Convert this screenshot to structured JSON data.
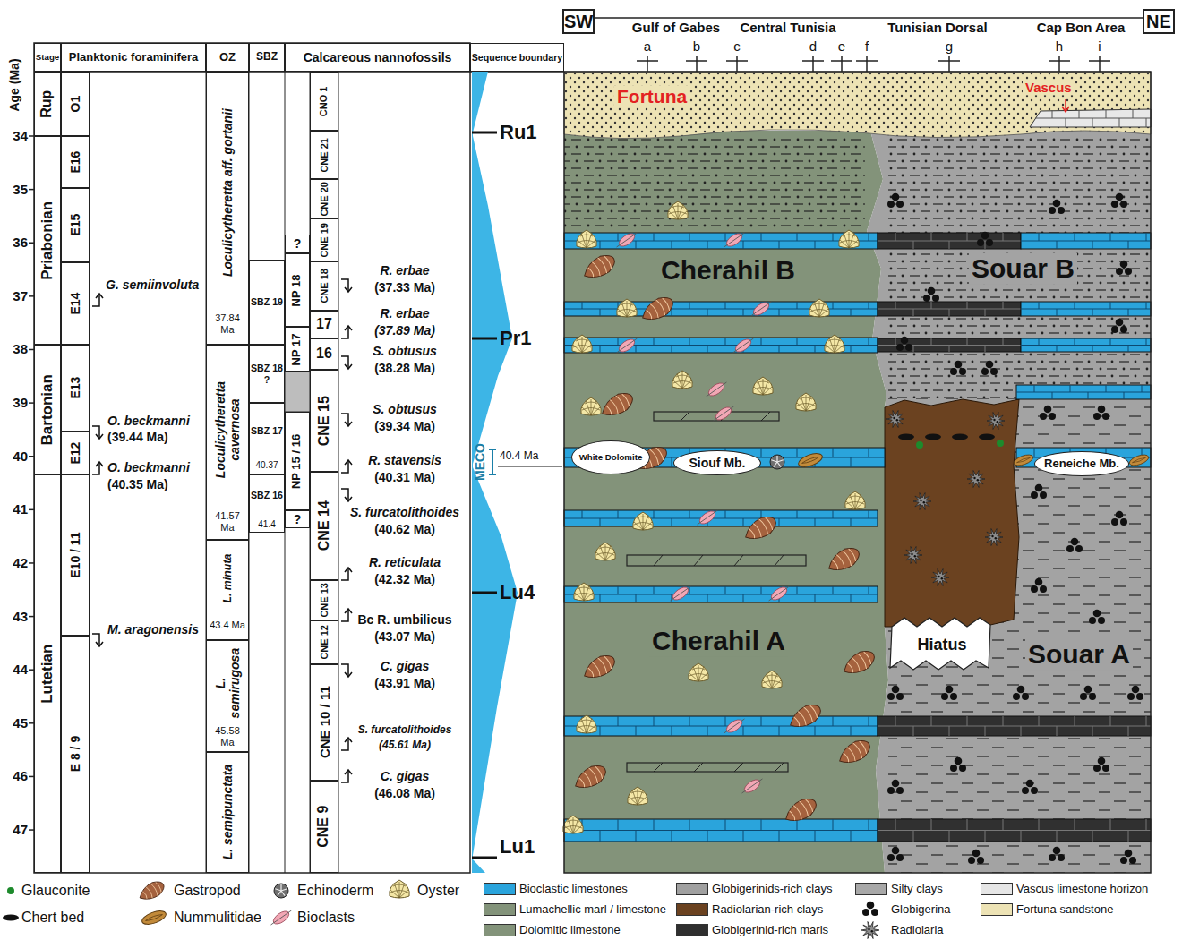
{
  "diagram": {
    "nodes": [
      {
        "text": [
          "Stage"
        ]
      },
      {
        "text": [
          "Planktonic foraminifera"
        ]
      },
      {
        "text": [
          "OZ"
        ]
      },
      {
        "text": [
          "SBZ"
        ]
      },
      {
        "text": [
          "Calcareous nannofossils"
        ]
      },
      {
        "text": [
          "Sequence boundary"
        ]
      },
      {
        "text": [
          "SW"
        ]
      },
      {
        "text": [
          "NE"
        ]
      },
      {
        "text": [
          "Rup"
        ]
      },
      {
        "text": [
          "Priabonian"
        ]
      },
      {
        "text": [
          "Bartonian"
        ]
      },
      {
        "text": [
          "Lutetian"
        ]
      },
      {
        "text": [
          "O1"
        ]
      },
      {
        "text": [
          "E16"
        ]
      },
      {
        "text": [
          "E15"
        ]
      },
      {
        "text": [
          "E14"
        ]
      },
      {
        "text": [
          "E13"
        ]
      },
      {
        "text": [
          "E12"
        ]
      },
      {
        "text": [
          "E10 / 11"
        ]
      },
      {
        "text": [
          "E 8 / 9"
        ]
      },
      {
        "text": [
          "Loculicytheretta aff. gortanii"
        ]
      },
      {
        "text": [
          "Loculicytheretta cavernosa"
        ]
      },
      {
        "text": [
          "L. minuta"
        ]
      },
      {
        "text": [
          "L. semirugosa"
        ]
      },
      {
        "text": [
          "L. semipunctata"
        ]
      },
      {
        "text": [
          "SBZ 19"
        ]
      },
      {
        "text": [
          "SBZ 18 ?"
        ]
      },
      {
        "text": [
          "SBZ 17"
        ]
      },
      {
        "text": [
          "SBZ 16"
        ]
      },
      {
        "text": [
          "?"
        ]
      },
      {
        "text": [
          "NP 18"
        ]
      },
      {
        "text": [
          "NP 17"
        ]
      },
      {
        "text": [
          "NP 15 / 16"
        ]
      },
      {
        "text": [
          "?"
        ]
      },
      {
        "text": [
          "CNO 1"
        ]
      },
      {
        "text": [
          "CNE 21"
        ]
      },
      {
        "text": [
          "CNE 20"
        ]
      },
      {
        "text": [
          "CNE 19"
        ]
      },
      {
        "text": [
          "CNE 18"
        ]
      },
      {
        "text": [
          "17"
        ]
      },
      {
        "text": [
          "16"
        ]
      },
      {
        "text": [
          "CNE 15"
        ]
      },
      {
        "text": [
          "CNE 14"
        ]
      },
      {
        "text": [
          "CNE 13"
        ]
      },
      {
        "text": [
          "CNE 12"
        ]
      },
      {
        "text": [
          "CNE 10 / 11"
        ]
      },
      {
        "text": [
          "CNE 9"
        ]
      },
      {
        "text": [
          "White Dolomite"
        ]
      },
      {
        "text": [
          "Siouf Mb."
        ]
      },
      {
        "text": [
          "Reneiche Mb."
        ]
      },
      {
        "text": [
          "Hiatus"
        ]
      }
    ],
    "labels": [
      "Age (Ma)",
      "34",
      "35",
      "36",
      "37",
      "38",
      "39",
      "40",
      "41",
      "42",
      "43",
      "44",
      "45",
      "46",
      "47",
      "G. semiinvoluta",
      "O. beckmanni",
      "(39.44 Ma)",
      "O. beckmanni",
      "(40.35 Ma)",
      "M. aragonensis",
      "37.84 Ma",
      "41.57 Ma",
      "43.4 Ma",
      "45.58 Ma",
      "40.37",
      "41.4",
      "R. erbae",
      "(37.33 Ma)",
      "R. erbae",
      "(37.89 Ma)",
      "S. obtusus",
      "(38.28 Ma)",
      "S. obtusus",
      "(39.34 Ma)",
      "R. stavensis",
      "(40.31 Ma)",
      "S. furcatolithoides",
      "(40.62 Ma)",
      "R. reticulata",
      "(42.32 Ma)",
      "Bc R. umbilicus",
      "(43.07 Ma)",
      "C. gigas",
      "(43.91 Ma)",
      "S. furcatolithoides",
      "(45.61 Ma)",
      "C. gigas",
      "(46.08 Ma)",
      "Ru1",
      "Pr1",
      "Lu4",
      "Lu1",
      "MECO",
      "40.4 Ma",
      "Gulf of Gabes",
      "Central Tunisia",
      "Tunisian Dorsal",
      "Cap Bon Area",
      "a",
      "b",
      "c",
      "d",
      "e",
      "f",
      "g",
      "h",
      "i",
      "Fortuna",
      "Vascus",
      "Cherahil B",
      "Souar B",
      "Cherahil A",
      "Souar A"
    ],
    "legend": [
      {
        "text": "Glauconite"
      },
      {
        "text": "Gastropod"
      },
      {
        "text": "Echinoderm"
      },
      {
        "text": "Oyster"
      },
      {
        "text": "Bioclastic limestones",
        "color": "#2aa4dc"
      },
      {
        "text": "Globigerinids-rich clays",
        "color": "#a0a0a0"
      },
      {
        "text": "Silty clays",
        "color": "#a8a8a8"
      },
      {
        "text": "Vascus limestone horizon",
        "color": "#e6e6e6"
      },
      {
        "text": "Chert bed"
      },
      {
        "text": "Nummulitidae"
      },
      {
        "text": "Bioclasts"
      },
      {
        "text": "Lumachellic marl / limestone",
        "color": "#83937a"
      },
      {
        "text": "Radiolarian-rich clays",
        "color": "#6b4220"
      },
      {
        "text": "Globigerina"
      },
      {
        "text": "Fortuna sandstone",
        "color": "#ede3b5"
      },
      {
        "text": "Dolomitic limestone",
        "color": "#83937a"
      },
      {
        "text": "Globigerinid-rich marls",
        "color": "#2f2f2f"
      },
      {
        "text": "Radiolaria"
      }
    ]
  }
}
